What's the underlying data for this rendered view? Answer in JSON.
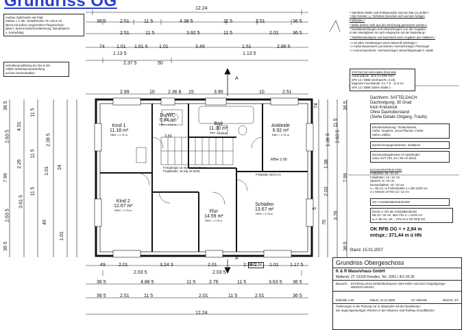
{
  "title": "Grundriss OG",
  "top_dims": {
    "overall": "12.24",
    "row1": [
      "36 5",
      "2.51",
      "11 5",
      "4.38 5",
      "11 5",
      "2.51",
      "36 5"
    ],
    "row2": [
      "2.51",
      "11 5",
      "3.92 5",
      "11 5",
      "2.01",
      "36 5"
    ],
    "row3": [
      "74",
      "1.01",
      "1.61 5",
      "1.01",
      "3.49",
      "1.51",
      "2.86 5"
    ],
    "row3b": [
      "1.13 5",
      "1.13 5"
    ],
    "row4": [
      "2.37 5",
      "50"
    ],
    "row5": [
      "2.99",
      "10",
      "2.36 8",
      "15",
      "3.90",
      "10",
      "2.51"
    ]
  },
  "bottom_dims": {
    "overall": "12.24",
    "row1": [
      "49",
      "2.01",
      "3.24 3",
      "2.01",
      "2.36 2",
      "1.01",
      "1.17 5"
    ],
    "row1b": [
      "2.03 5",
      "2.03 5"
    ],
    "row2": [
      "36 5",
      "4.88 5",
      "11 5",
      "2.76",
      "11 5",
      "3.63 5",
      "36 5"
    ],
    "row3": [
      "36 5",
      "2.51",
      "11 5",
      "2.01",
      "11 5",
      "2.51",
      "36 5"
    ]
  },
  "left_dims": [
    "36 5",
    "2.63 5",
    "11 5",
    "4.51",
    "11 5",
    "2.26",
    "7.99",
    "24",
    "1.01",
    "2.38 5",
    "2.63 5",
    "11 5",
    "3.61 5",
    "49",
    "1.01",
    "36 5"
  ],
  "right_dims": [
    "74",
    "1.36 5",
    "1.38",
    "2.03",
    "3.76",
    "7.99",
    "36 5",
    "2.63 5",
    "11 5",
    "36 5",
    "76",
    "5"
  ],
  "rooms": [
    {
      "name": "Kind 1",
      "area": "11.18 m²",
      "sub": "RBH = 2.76 m"
    },
    {
      "name": "Du/WC",
      "area": "5.84 m²",
      "sub": "RBH = 2.65 m"
    },
    {
      "name": "Bad",
      "area": "11.30 m²",
      "sub": "RBH = 2.65 m"
    },
    {
      "name": "Ankleide",
      "area": "6.92 m²",
      "sub": "RBH = 2.76 m"
    },
    {
      "name": "Kind 2",
      "area": "12.67 m²",
      "sub": "RBH = 2.76 m"
    },
    {
      "name": "Flur",
      "area": "14.59 m²",
      "sub": "RBH = 2.76 m"
    },
    {
      "name": "Schlafen",
      "area": "13.67 m²",
      "sub": "RBH = 2.76 m"
    }
  ],
  "misc_labels": {
    "stair": "Fertigtreppe 16 Stg 18.16 / 26 cm",
    "stair2": "Fixgeländer, 16 Stg 18.16/25",
    "handrail": "Fristplatte 20/24 cm",
    "window": "RBH 2.00",
    "dim_359": "3.59",
    "dim_12_12": "12 | 12",
    "door_a": "A",
    "storey": "Stand: 15.01.2007"
  },
  "notes_top_left": [
    "Ausbau Spitzboden wie folgt:",
    "Einbau v. 2 Stk. Giebelfenster 78 x 88,3 cm",
    "(BxH) mit außen vorgesetzten Fliegenschutz-",
    "gittern, Sperrenzwischendämmung, Dampfsperre",
    "u. Konterlattig"
  ],
  "notes_left_2": [
    "Scheibenausbildung der DU & OG",
    "mittels Windrispenaussteifung",
    "auf den Deckenbalken"
  ],
  "notes_right": [
    "* Sämtliche Maße und Rohbaumaße sind am Bau zu prüfen !",
    "* Alle Fenster- u. Türhöhen beziehen sich auf den fertigen",
    "  Fußboden !",
    "* Maße dürfen nicht aus der Zeichnung gemessen werden !",
    "* Detaildarstellungen und Abweichungen von den Angaben",
    "  in den Werkplänen ist nach Absprache mit der Bauleitung !",
    "* Statikbestandsplan und Dachstuhl nach Angaben des Statikers !",
    "=> an allen Türleibungen einen Meterriß anbringen !",
    "=> Außenmauerwerk: porosiertes Hochlochziegel, Planziegel",
    "=> Innenmauerwerk: Hochlochziegel, Steuerfolgeziegel lt. Statik"
  ],
  "statik_box": [
    "STATISCHE ANGABEN ZUM MW",
    "Außenwände: 36,5 cm MW  HzIV",
    "SFK 12 / DBM (Gerhard R= 0,18)",
    "tragende Innenwände: 0.1 7.5 - 11.5 cm",
    "SFK 12 / DBM (Siehe Statik !)"
  ],
  "roof_info": [
    "Dachform: SATTELDACH",
    "Dachneigung: 30 Grad",
    "Kein Kniestock",
    "Ohne Dachüberstand",
    "(Siehe Details Ortgang, Traufe)"
  ],
  "roof_box1": [
    "Dachdeindeckung: Tondachsteine,",
    "Farbe: Ziegelrot, Linea-Pfannen, Farbe:",
    "Siehe Leitlinie"
  ],
  "roof_box2": [
    "Dachrinnenpapierarbeiten: Zinkblech"
  ],
  "roof_box3": [
    "Dachausstiegsfenster im Spitzboden",
    "Velux GVT 103, 54 x 83 cm (BxH)"
  ],
  "construction": [
    "DACHKONSTRUKTION",
    "Firstpfette: 20 / 24 cm",
    "Fußpfetten: 12 / 12 cm",
    "Sparren: 8 / 18 cm",
    "Deckenbalken: 10 / 20 cm",
    "a = 90 cm, m Fichtenbohle 4 x DB 12/20 cm",
    "2 x Stützen ul First 12 / 12 cm"
  ],
  "floor_heating": "OG: FUSSBODENHEIZUNG",
  "floor_box": [
    "Decke ü. DG als Holzbalkendecke",
    "DB 10 / 20 cm, über Flur a = 12/20 cm",
    "a=/< 90 cm, UK = 278 cm ü OK RFB OG"
  ],
  "ok_rfb": [
    "OK RFB OG = + 2,94 m",
    "entspr.: 371,44 m ü HN"
  ],
  "title_block": {
    "heading": "Grundriss  Obergeschoss",
    "company": "K & R Massivhaus GmbH",
    "address": "Malterstr. 27, 01159 Dresden, Tel.: 0351 / 411 50 35",
    "bauvorh_label": "Bauvorh.:",
    "bauvorh": "Errichtung eines Einfamilienhauses ohne Keller und einer Doppelgarage - WERKPLANUNG",
    "massstab": "Maßstab  1:50",
    "datum": "Datum: 23.12.2006",
    "az": "AZ: 096/166",
    "blatt": "Blatt Nr: 3/1",
    "footer1": "Änderungen in der Planung nur in Absprache mit der Bauleitung !",
    "footer2": "Die ungeringerwertigen Flächen in den Räumen sind Rohbau-Grundflächen"
  }
}
